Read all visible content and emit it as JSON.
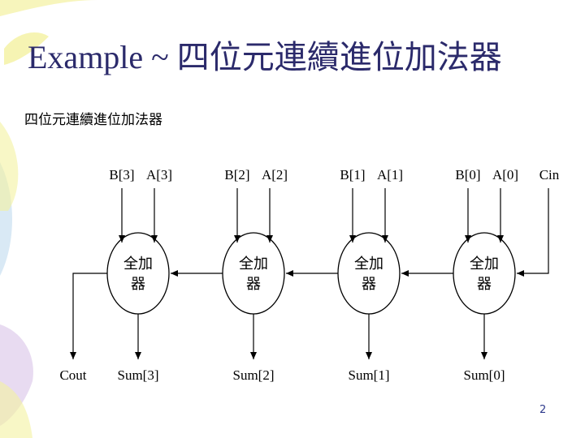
{
  "title": "Example ~ 四位元連續進位加法器",
  "subtitle": "四位元連續進位加法器",
  "page_number": "2",
  "colors": {
    "title": "#2b2a6b",
    "line": "#000000",
    "page_number": "#2e3a8c",
    "decor_yellow": "#f4f1a0",
    "decor_blue": "#cfe3f3",
    "decor_purple": "#e6d7f0"
  },
  "diagram": {
    "adders": [
      {
        "label_top": "全加",
        "label_bottom": "器",
        "input_b": "B[3]",
        "input_a": "A[3]",
        "sum": "Sum[3]"
      },
      {
        "label_top": "全加",
        "label_bottom": "器",
        "input_b": "B[2]",
        "input_a": "A[2]",
        "sum": "Sum[2]"
      },
      {
        "label_top": "全加",
        "label_bottom": "器",
        "input_b": "B[1]",
        "input_a": "A[1]",
        "sum": "Sum[1]"
      },
      {
        "label_top": "全加",
        "label_bottom": "器",
        "input_b": "B[0]",
        "input_a": "A[0]",
        "sum": "Sum[0]"
      }
    ],
    "carry_in": "Cin",
    "carry_out": "Cout"
  }
}
